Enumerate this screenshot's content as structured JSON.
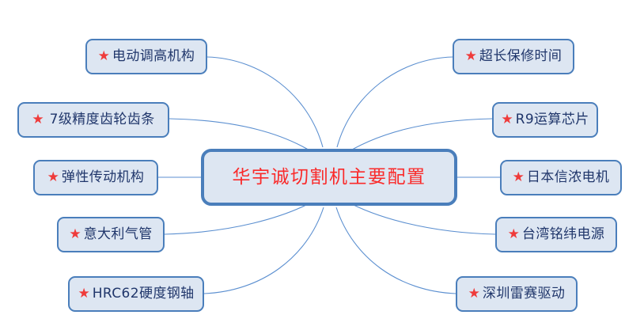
{
  "diagram": {
    "type": "mind-map",
    "title": "华宇诚切割机主要配置",
    "background_color": "#ffffff",
    "node_fill_color": "#dde6f2",
    "node_border_color": "#4a7ebb",
    "connector_color": "#5b8fd0",
    "center_text_color": "#fa2a2a",
    "branch_text_color": "#20366b",
    "star_color": "#ef3b3b",
    "star_glyph": "★"
  },
  "center": {
    "label": "华宇诚切割机主要配置"
  },
  "left_branches": [
    {
      "label": "电动调高机构",
      "star": "★"
    },
    {
      "label": "7级精度齿轮齿条",
      "star": "★"
    },
    {
      "label": "弹性传动机构",
      "star": "★"
    },
    {
      "label": "意大利气管",
      "star": "★"
    },
    {
      "label": "HRC62硬度钢轴",
      "star": "★"
    }
  ],
  "right_branches": [
    {
      "label": "超长保修时间",
      "star": "★"
    },
    {
      "label": "R9运算芯片",
      "star": "★"
    },
    {
      "label": "日本信浓电机",
      "star": "★"
    },
    {
      "label": "台湾铭纬电源",
      "star": "★"
    },
    {
      "label": "深圳雷赛驱动",
      "star": "★"
    }
  ]
}
